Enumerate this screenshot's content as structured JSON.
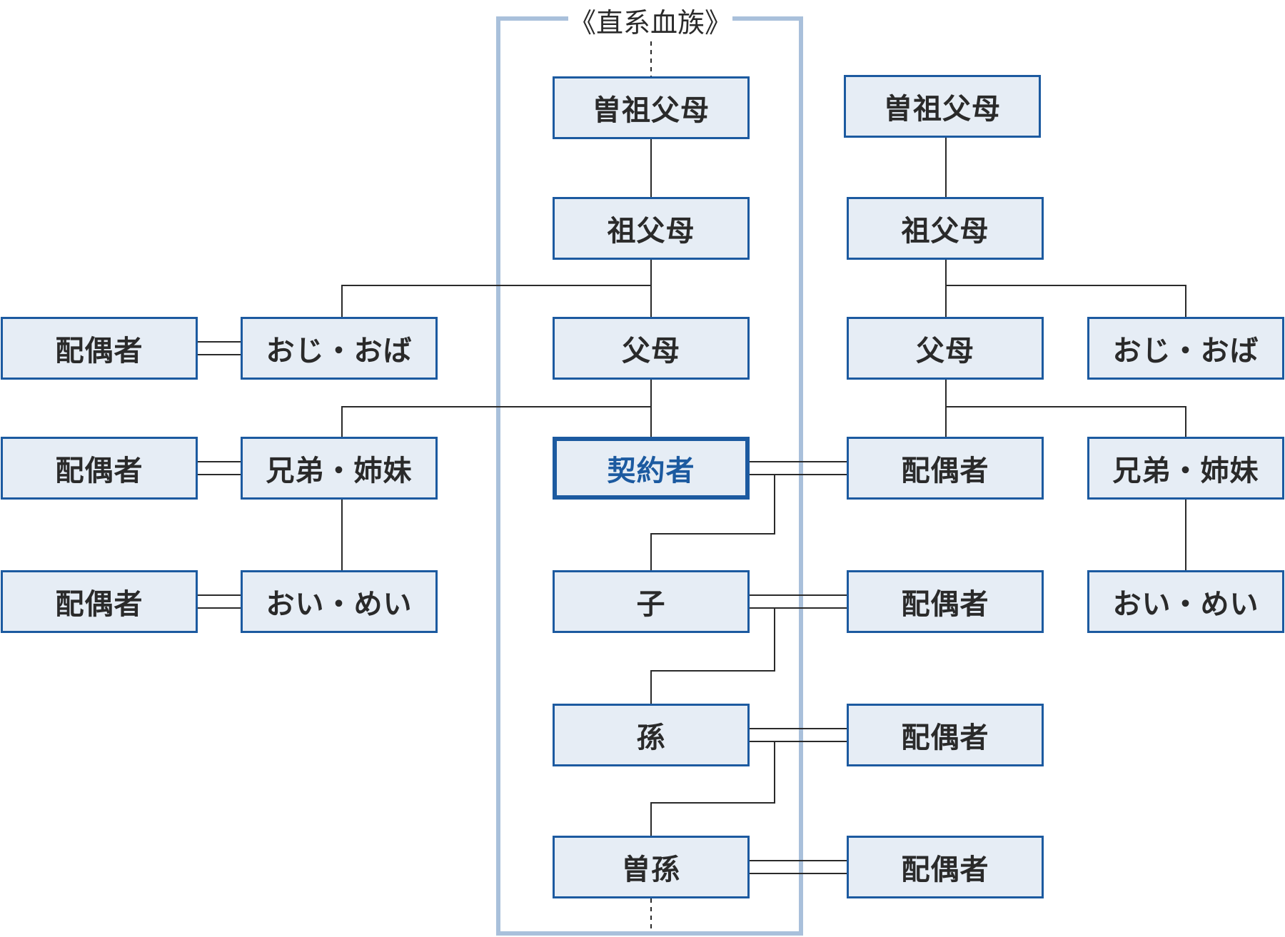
{
  "colors": {
    "box_fill": "#e6edf5",
    "box_border": "#1c5aa0",
    "lineal_frame": "#a9c0db",
    "line": "#2a2a2a"
  },
  "group_title": "《直系血族》",
  "nodes": [
    {
      "id": "c-ggp",
      "label": "曽祖父母"
    },
    {
      "id": "c-gp",
      "label": "祖父母"
    },
    {
      "id": "c-parents",
      "label": "父母"
    },
    {
      "id": "c-self",
      "label": "契約者"
    },
    {
      "id": "c-child",
      "label": "子"
    },
    {
      "id": "c-grandchild",
      "label": "孫"
    },
    {
      "id": "c-ggchild",
      "label": "曽孫"
    },
    {
      "id": "l-aunt",
      "label": "おじ・おば"
    },
    {
      "id": "l-aunt-spouse",
      "label": "配偶者"
    },
    {
      "id": "l-sib",
      "label": "兄弟・姉妹"
    },
    {
      "id": "l-sib-spouse",
      "label": "配偶者"
    },
    {
      "id": "l-niece",
      "label": "おい・めい"
    },
    {
      "id": "l-niece-spouse",
      "label": "配偶者"
    },
    {
      "id": "r-ggp",
      "label": "曽祖父母"
    },
    {
      "id": "r-gp",
      "label": "祖父母"
    },
    {
      "id": "r-parents",
      "label": "父母"
    },
    {
      "id": "r-aunt",
      "label": "おじ・おば"
    },
    {
      "id": "r-spouse",
      "label": "配偶者"
    },
    {
      "id": "r-sib",
      "label": "兄弟・姉妹"
    },
    {
      "id": "r-niece",
      "label": "おい・めい"
    },
    {
      "id": "r-child-spouse",
      "label": "配偶者"
    },
    {
      "id": "r-grandchild-spouse",
      "label": "配偶者"
    },
    {
      "id": "r-ggchild-spouse",
      "label": "配偶者"
    }
  ]
}
